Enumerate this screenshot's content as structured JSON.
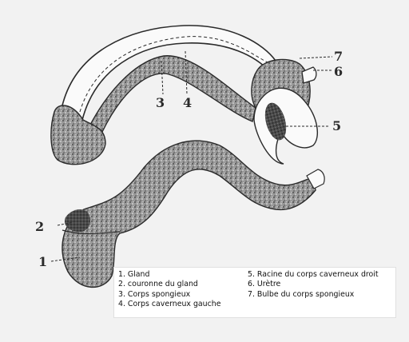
{
  "figure": {
    "callouts": [
      "1",
      "2",
      "3",
      "4",
      "5",
      "6",
      "7"
    ],
    "legend": {
      "left_column": [
        "1. Gland",
        "2. couronne du gland",
        "3. Corps spongieux",
        "4. Corps caverneux gauche"
      ],
      "right_column": [
        "5. Racine du corps caverneux droit",
        "6. Urètre",
        "7. Bulbe du corps spongieux"
      ]
    }
  },
  "colors": {
    "background": "#f2f2f2",
    "ink": "#2a2a2a",
    "stipple_fill": "#8a8a8a",
    "stipple_dark": "#3c3c3c",
    "smooth_fill": "#fafafa"
  }
}
